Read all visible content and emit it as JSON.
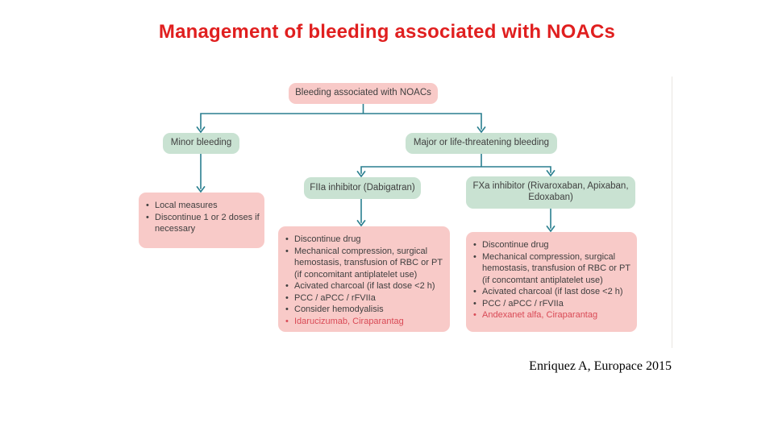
{
  "colors": {
    "title_red": "#e01f1f",
    "box_pink": "#f8cac8",
    "box_mint": "#c9e2d2",
    "connector_teal": "#2a7f8f",
    "text_dark": "#3f3f3f",
    "highlight_red": "#d94a56",
    "image_edge_gray": "#e9e6e1"
  },
  "title": "Management of bleeding associated with NOACs",
  "citation": "Enriquez A, Europace 2015",
  "flowchart": {
    "root": {
      "label": "Bleeding associated with NOACs"
    },
    "minor": {
      "label": "Minor bleeding"
    },
    "major": {
      "label": "Major or life-threatening bleeding"
    },
    "fiia": {
      "label": "FIIa inhibitor (Dabigatran)"
    },
    "fxa": {
      "label": "FXa inhibitor (Rivaroxaban, Apixaban, Edoxaban)"
    },
    "minor_actions": {
      "items": [
        "Local measures",
        "Discontinue 1 or 2 doses if necessary"
      ]
    },
    "fiia_actions": {
      "items": [
        "Discontinue drug",
        "Mechanical compression, surgical hemostasis, transfusion of RBC or PT (if concomitant antiplatelet use)",
        "Acivated charcoal (if last dose <2 h)",
        "PCC / aPCC / rFVIIa",
        "Consider hemodyalisis",
        "Idarucizumab, Ciraparantag"
      ]
    },
    "fxa_actions": {
      "items": [
        "Discontinue drug",
        "Mechanical compression, surgical hemostasis, transfusion of RBC or PT (if concomtant antiplatelet use)",
        "Acivated charcoal (if last dose <2 h)",
        "PCC / aPCC / rFVIIa",
        "Andexanet alfa, Ciraparantag"
      ]
    }
  }
}
